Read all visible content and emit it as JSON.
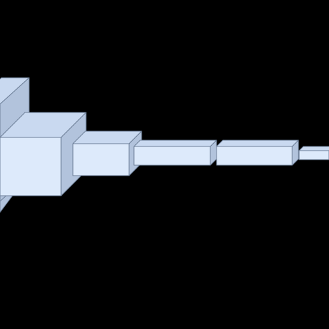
{
  "diagram": {
    "type": "3d-block-pipeline",
    "background_color": "#000000",
    "colors": {
      "front": "#ddeafb",
      "top": "#c9d9f0",
      "side": "#b2c3dc",
      "edge": "#6d7f98"
    },
    "blocks": [
      {
        "name": "block-1",
        "label": ""
      },
      {
        "name": "block-2",
        "label": ""
      },
      {
        "name": "block-3",
        "label": ""
      },
      {
        "name": "block-4",
        "label": ""
      },
      {
        "name": "block-5",
        "label": ""
      },
      {
        "name": "block-6",
        "label": ""
      }
    ]
  }
}
